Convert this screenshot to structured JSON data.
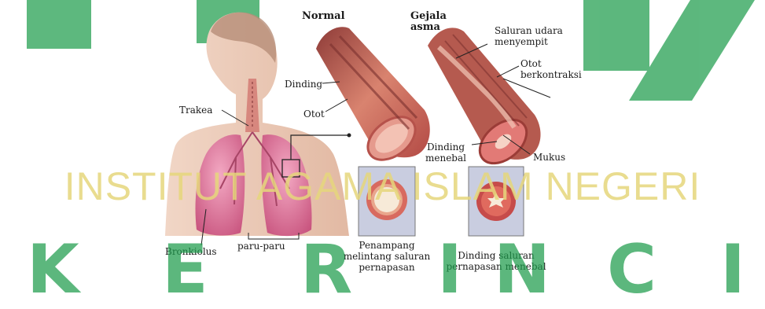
{
  "labels": {
    "normal": "Normal",
    "asthma_symptom": [
      "Gejala",
      "asma"
    ],
    "narrowed_airway": [
      "Saluran udara",
      "menyempit"
    ],
    "contracting_muscle": [
      "Otot",
      "berkontraksi"
    ],
    "wall": "Dinding",
    "muscle": "Otot",
    "trachea": "Trakea",
    "thickened_wall": [
      "Dinding",
      "menebal"
    ],
    "mucus": "Mukus",
    "bronchiole": "Bronkiolus",
    "lungs": "paru-paru",
    "cross_section_caption": [
      "Penampang",
      "melintang saluran",
      "pernapasan"
    ],
    "thickened_caption": [
      "Dinding saluran",
      "pernapasan menebal"
    ]
  },
  "watermark": {
    "middle": "INSTITUT AGAMA ISLAM NEGERI",
    "letters": [
      "K",
      "E",
      "R",
      "I",
      "N",
      "C",
      "I"
    ]
  },
  "colors": {
    "watermark_green": "#1e9c4c",
    "watermark_gold": "#e6d77c",
    "lung_pink": "#d9729a",
    "airway_red": "#c4474c"
  }
}
